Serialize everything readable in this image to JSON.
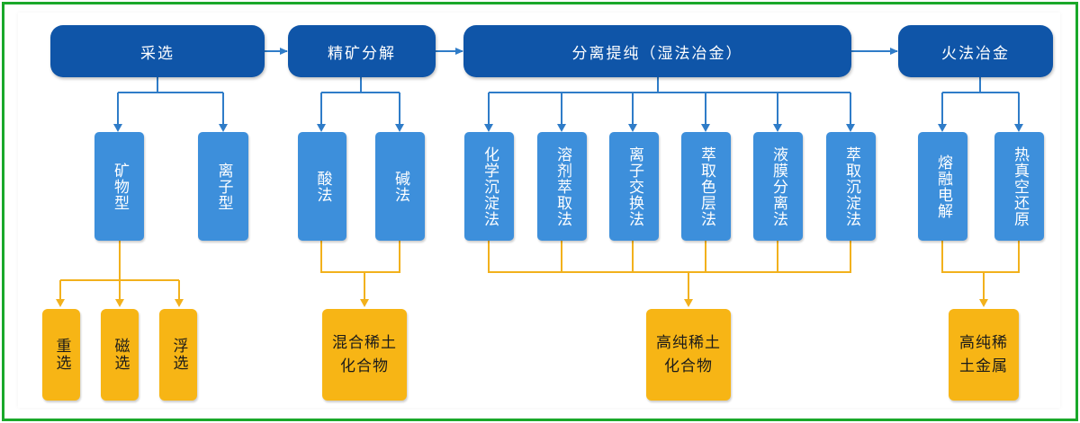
{
  "stages": {
    "mining": "采选",
    "concentrate": "精矿分解",
    "hydro": "分离提纯（湿法冶金）",
    "pyro": "火法冶金"
  },
  "mining_types": {
    "mineral": "矿物型",
    "ionic": "离子型"
  },
  "beneficiation": {
    "gravity": "重选",
    "magnetic": "磁选",
    "flotation": "浮选"
  },
  "decomposition": {
    "acid": "酸法",
    "alkali": "碱法"
  },
  "separation": {
    "chem_precip": "化学沉淀法",
    "solvent_ext": "溶剂萃取法",
    "ion_exchange": "离子交换法",
    "ext_chromatography": "萃取色层法",
    "liquid_membrane": "液膜分离法",
    "ext_precip": "萃取沉淀法"
  },
  "pyro_methods": {
    "molten_electrolysis": "熔融电解",
    "thermal_vacuum_reduction": "热真空还原"
  },
  "products": {
    "mixed_compounds": "混合稀土化合物",
    "high_purity_compounds": "高纯稀土化合物",
    "high_purity_metals": "高纯稀土金属"
  },
  "colors": {
    "stage": "#0f55a8",
    "method": "#3d8fdb",
    "product": "#f7b515",
    "connector_blue": "#2f7cc8",
    "connector_gold": "#f2b11c",
    "frame": "#1aa82a"
  }
}
